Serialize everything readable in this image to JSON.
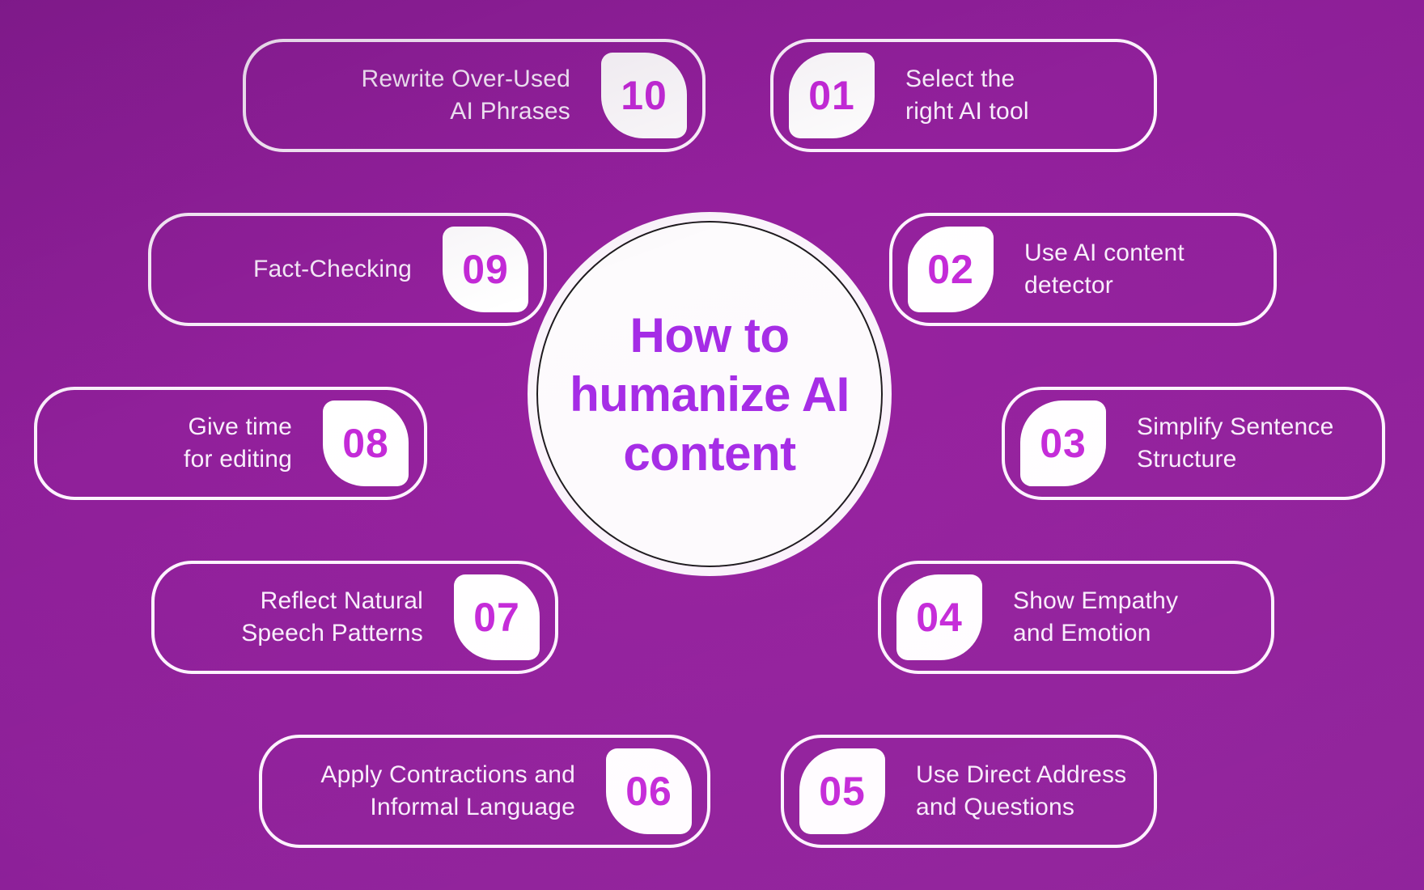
{
  "title": {
    "line1": "How to",
    "line2": "humanize AI",
    "line3": "content"
  },
  "steps": [
    {
      "number": "01",
      "line1": "Select the",
      "line2": "right AI tool"
    },
    {
      "number": "02",
      "line1": "Use AI content",
      "line2": "detector"
    },
    {
      "number": "03",
      "line1": "Simplify Sentence",
      "line2": "Structure"
    },
    {
      "number": "04",
      "line1": "Show Empathy",
      "line2": "and Emotion"
    },
    {
      "number": "05",
      "line1": "Use Direct Address",
      "line2": "and Questions"
    },
    {
      "number": "06",
      "line1": "Apply Contractions and",
      "line2": "Informal Language"
    },
    {
      "number": "07",
      "line1": "Reflect Natural",
      "line2": "Speech Patterns"
    },
    {
      "number": "08",
      "line1": "Give time",
      "line2": "for editing"
    },
    {
      "number": "09",
      "line1": "Fact-Checking",
      "line2": ""
    },
    {
      "number": "10",
      "line1": "Rewrite Over-Used",
      "line2": "AI Phrases"
    }
  ],
  "colors": {
    "background_purple": "#8d1f98",
    "box_border": "#fdf4fe",
    "badge_background": "#ffffff",
    "badge_number": "#c42ad8",
    "title_purple": "#a52ce6",
    "step_text": "#f9effc",
    "circle_fill": "#fdfbfd",
    "circle_line": "#1c1c1c"
  }
}
